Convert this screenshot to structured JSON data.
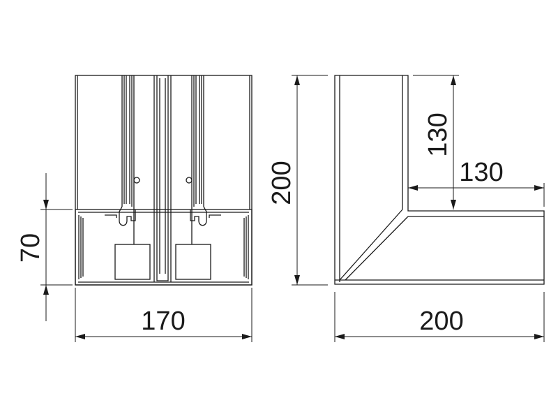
{
  "drawing": {
    "front_view": {
      "dim_width": "170",
      "dim_base_height": "70",
      "dim_height": "200"
    },
    "side_view": {
      "dim_width": "200",
      "dim_inner_vertical": "130",
      "dim_inner_horizontal": "130"
    },
    "colors": {
      "line": "#1a1a1a",
      "text": "#1a1a1a",
      "background": "#ffffff"
    }
  }
}
